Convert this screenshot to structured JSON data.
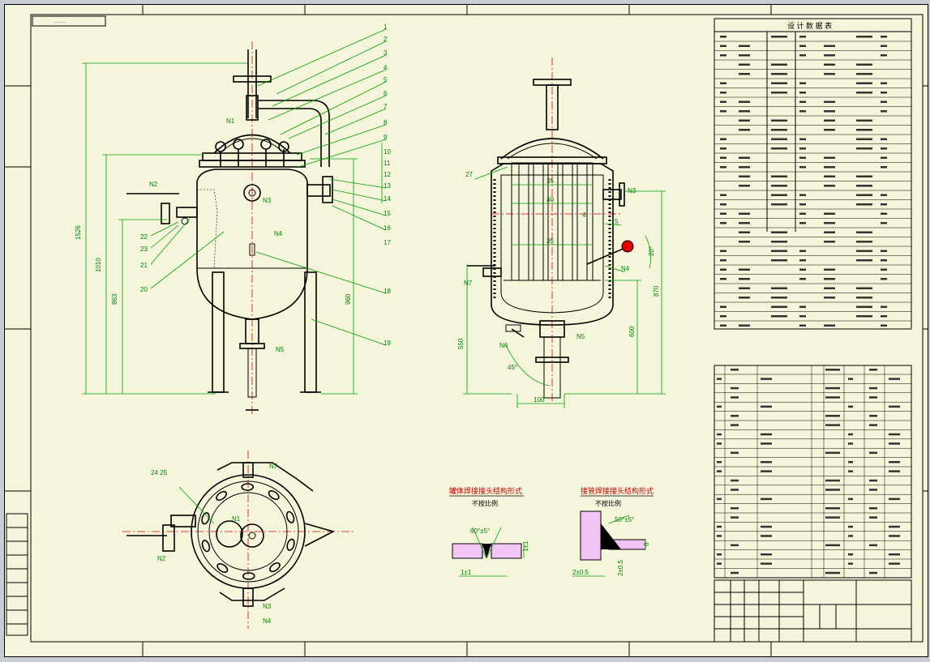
{
  "corner_tag": "········",
  "design_table": {
    "title": "设 计 数 据 表"
  },
  "nozzles": {
    "n1": "N1",
    "n2": "N2",
    "n3": "N3",
    "n4": "N4",
    "n5": "N5",
    "n6": "N6",
    "n7": "N7"
  },
  "leaders": [
    "1",
    "2",
    "3",
    "4",
    "5",
    "6",
    "7",
    "8",
    "9",
    "10",
    "11",
    "12",
    "13",
    "14",
    "15",
    "16",
    "17",
    "18",
    "19",
    "20",
    "21",
    "22",
    "23",
    "24",
    "25",
    "27"
  ],
  "front_dims": {
    "overall": "1526",
    "d1": "1010",
    "d2": "863",
    "d3": "960"
  },
  "section_dims": {
    "h1": "550",
    "h2": "870",
    "h3": "600",
    "w1": "100",
    "angle": "45°",
    "tilt": "20°",
    "a1": "35",
    "a2": "40",
    "a3": "35",
    "r4": "4",
    "r5": "5",
    "top_dim": "24 25"
  },
  "weld1": {
    "title": "罐体焊接接头结构形式",
    "subtitle": "不按比例",
    "angle": "60°±5°",
    "gap": "1±1",
    "side": "1±1"
  },
  "weld2": {
    "title": "接管焊接接头结构形式",
    "subtitle": "不按比例",
    "angle": "50°±5°",
    "gap": "2±0.5",
    "side": "2±0.5",
    "t": "6"
  },
  "colors": {
    "paper": "#f5f5dc",
    "line": "#000000",
    "dim": "#00a000",
    "center": "#e00000",
    "window": "#c9ccd2"
  }
}
